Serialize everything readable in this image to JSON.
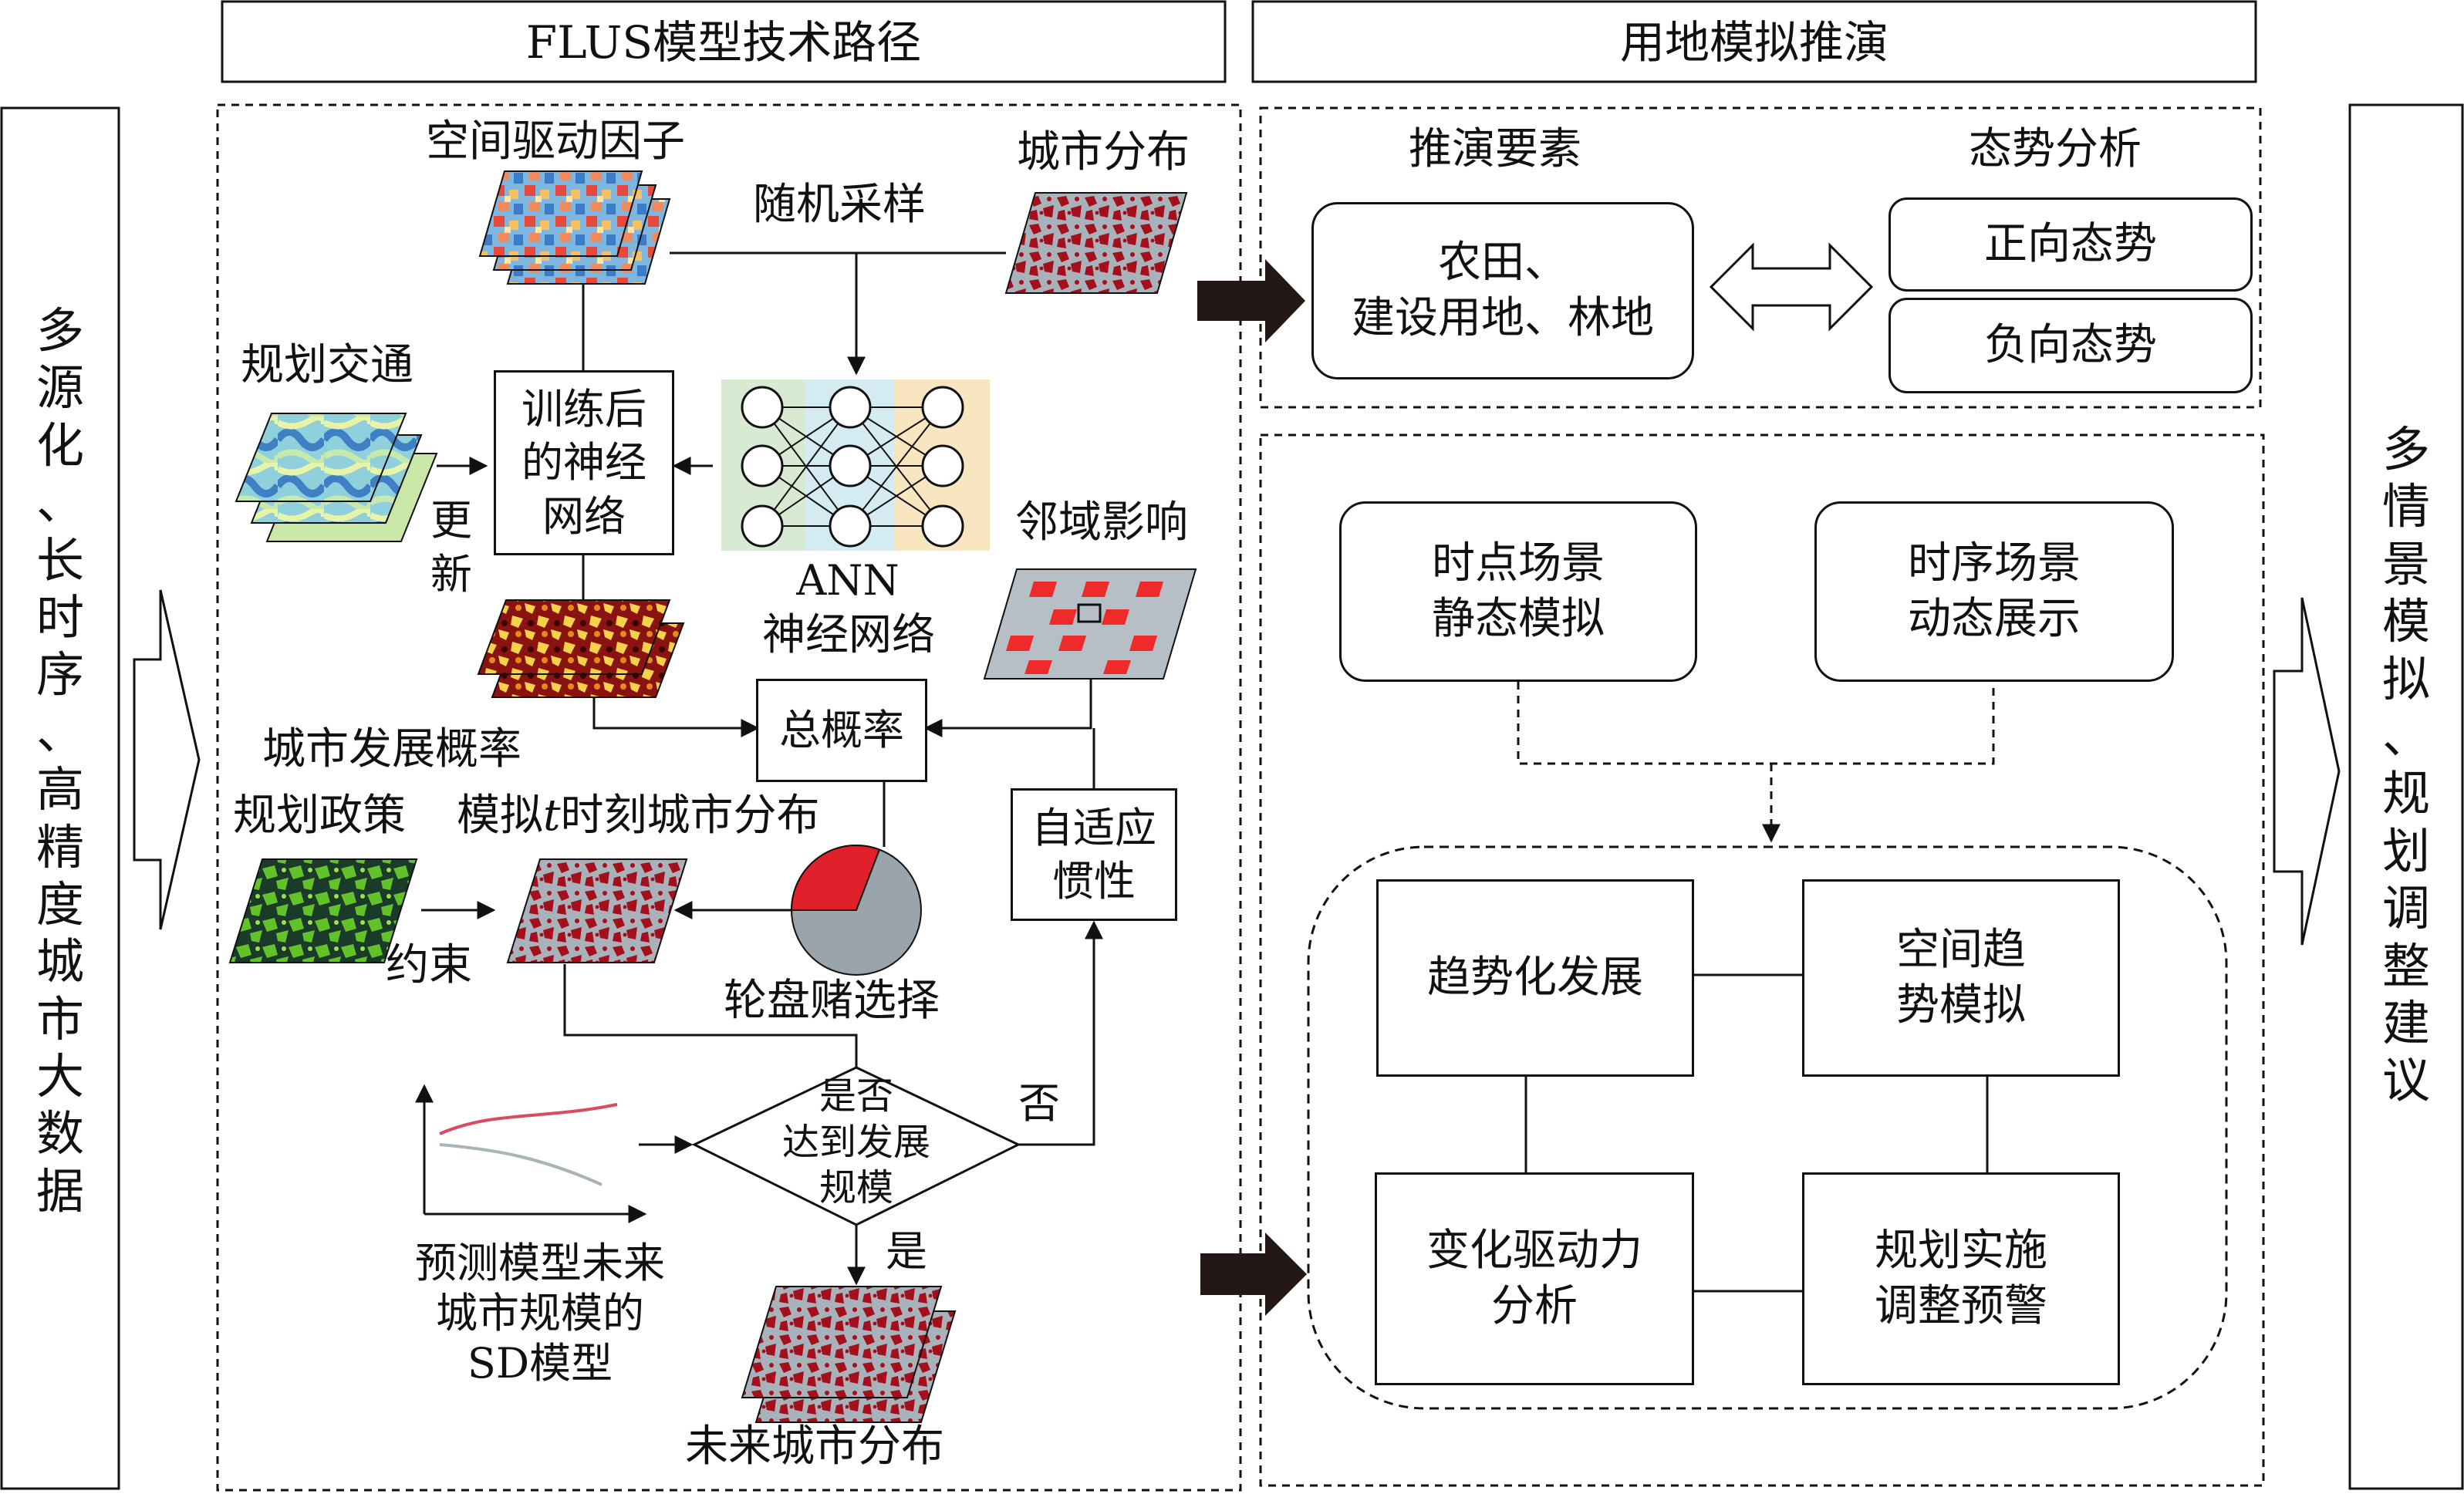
{
  "headers": {
    "left": "FLUS模型技术路径",
    "right": "用地模拟推演"
  },
  "side": {
    "left": [
      "多",
      "源",
      "化",
      "、",
      "长",
      "时",
      "序",
      "、",
      "高",
      "精",
      "度",
      "城",
      "市",
      "大",
      "数",
      "据"
    ],
    "right": [
      "多",
      "情",
      "景",
      "模",
      "拟",
      "、",
      "规",
      "划",
      "调",
      "整",
      "建",
      "议"
    ]
  },
  "flus": {
    "spatial_factors": "空间驱动因子",
    "random_sampling": "随机采样",
    "urban_distribution": "城市分布",
    "planned_traffic": "规划交通",
    "trained_network": [
      "训练后",
      "的神经",
      "网络"
    ],
    "update": [
      "更",
      "新"
    ],
    "ann": "ANN",
    "neural_network": "神经网络",
    "neighborhood": "邻域影响",
    "urban_probability": "城市发展概率",
    "total_probability": "总概率",
    "adaptive_inertia": [
      "自适应",
      "惯性"
    ],
    "planning_policy": "规划政策",
    "simulated_prefix": "模拟",
    "simulated_t": "t",
    "simulated_suffix": "时刻城市分布",
    "constraint": "约束",
    "roulette": "轮盘赌选择",
    "decision": [
      "是否",
      "达到发展",
      "规模"
    ],
    "no": "否",
    "yes": "是",
    "sd_model": [
      "预测模型未来",
      "城市规模的",
      "SD模型"
    ],
    "future_distribution": "未来城市分布"
  },
  "deduction": {
    "elements_title": "推演要素",
    "elements_box": [
      "农田、",
      "建设用地、林地"
    ],
    "trend_title": "态势分析",
    "positive": "正向态势",
    "negative": "负向态势"
  },
  "scenarios": {
    "static": [
      "时点场景",
      "静态模拟"
    ],
    "dynamic": [
      "时序场景",
      "动态展示"
    ],
    "trend_dev": "趋势化发展",
    "spatial_trend": [
      "空间趋",
      "势模拟"
    ],
    "driving_force": [
      "变化驱动力",
      "分析"
    ],
    "warning": [
      "规划实施",
      "调整预警"
    ]
  },
  "colors": {
    "urban_red": "#a3101b",
    "urban_gray": "#a9b2ba",
    "probability_yellow": "#f5d24a",
    "policy_green": "#63c22a",
    "neighborhood_red": "#ee2a2a",
    "ann_green": "#d9ead3",
    "ann_blue": "#d3ebf1",
    "ann_yellow": "#f7e6bf"
  }
}
